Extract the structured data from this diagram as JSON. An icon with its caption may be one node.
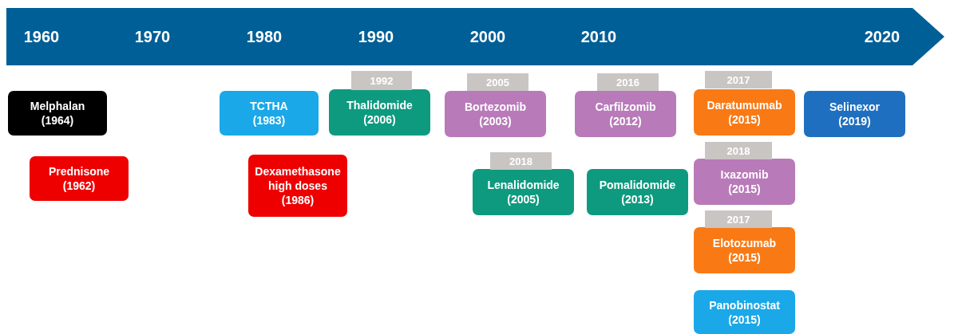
{
  "diagram": {
    "nodes": [
      {
        "text": [
          "1960",
          "1970",
          "1980",
          "1990",
          "2000",
          "2010",
          "2020"
        ]
      },
      {
        "text": [
          "Melphalan",
          "(1964)"
        ]
      },
      {
        "text": [
          "Prednisone",
          "(1962)"
        ]
      },
      {
        "text": [
          "TCTHA",
          "(1983)"
        ]
      },
      {
        "text": [
          "Dexamethasone high doses",
          "(1986)"
        ]
      },
      {
        "text": [
          "1992"
        ]
      },
      {
        "text": [
          "Thalidomide",
          "(2006)"
        ]
      },
      {
        "text": [
          "2005"
        ]
      },
      {
        "text": [
          "Bortezomib",
          "(2003)"
        ]
      },
      {
        "text": [
          "2018"
        ]
      },
      {
        "text": [
          "Lenalidomide",
          "(2005)"
        ]
      },
      {
        "text": [
          "2016"
        ]
      },
      {
        "text": [
          "Carfilzomib",
          "(2012)"
        ]
      },
      {
        "text": [
          "Pomalidomide",
          "(2013)"
        ]
      },
      {
        "text": [
          "2017"
        ]
      },
      {
        "text": [
          "Daratumumab",
          "(2015)"
        ]
      },
      {
        "text": [
          "2018"
        ]
      },
      {
        "text": [
          "Ixazomib",
          "(2015)"
        ]
      },
      {
        "text": [
          "2017"
        ]
      },
      {
        "text": [
          "Elotozumab",
          "(2015)"
        ]
      },
      {
        "text": [
          "Panobinostat",
          "(2015)"
        ]
      },
      {
        "text": [
          "Selinexor",
          "(2019)"
        ]
      }
    ]
  }
}
